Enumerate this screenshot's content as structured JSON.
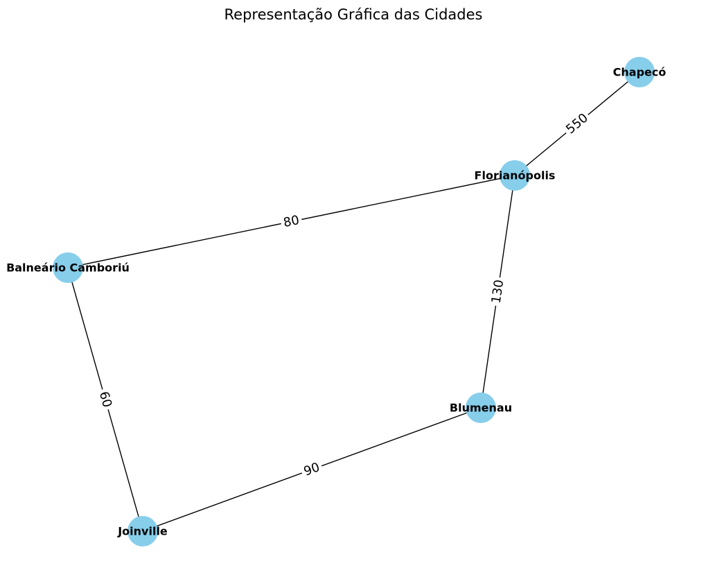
{
  "title": "Representação Gráfica das Cidades",
  "colors": {
    "node_fill": "#87ceeb",
    "edge": "#000000",
    "text": "#000000"
  },
  "nodes": [
    {
      "id": "chapeco",
      "label": "Chapecó"
    },
    {
      "id": "florianopolis",
      "label": "Florianópolis"
    },
    {
      "id": "balneario",
      "label": "Balneário Camboriú"
    },
    {
      "id": "blumenau",
      "label": "Blumenau"
    },
    {
      "id": "joinville",
      "label": "Joinville"
    }
  ],
  "edges": [
    {
      "source": "chapeco",
      "target": "florianopolis",
      "weight": "550"
    },
    {
      "source": "florianopolis",
      "target": "balneario",
      "weight": "80"
    },
    {
      "source": "florianopolis",
      "target": "blumenau",
      "weight": "130"
    },
    {
      "source": "balneario",
      "target": "joinville",
      "weight": "60"
    },
    {
      "source": "blumenau",
      "target": "joinville",
      "weight": "90"
    }
  ]
}
